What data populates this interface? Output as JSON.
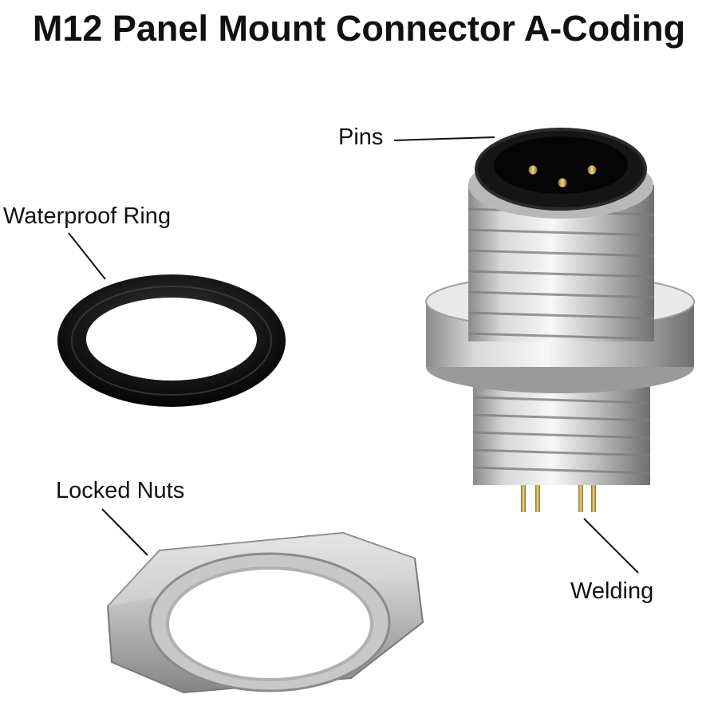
{
  "title": "M12 Panel Mount Connector A-Coding",
  "callouts": {
    "pins": "Pins",
    "waterproof_ring": "Waterproof Ring",
    "locked_nuts": "Locked Nuts",
    "welding": "Welding"
  },
  "colors": {
    "text": "#111111",
    "metal_light": "#e6e6e6",
    "metal_dark": "#7a7a7a",
    "rubber": "#0d0d0d",
    "gold": "#c9a24a"
  }
}
